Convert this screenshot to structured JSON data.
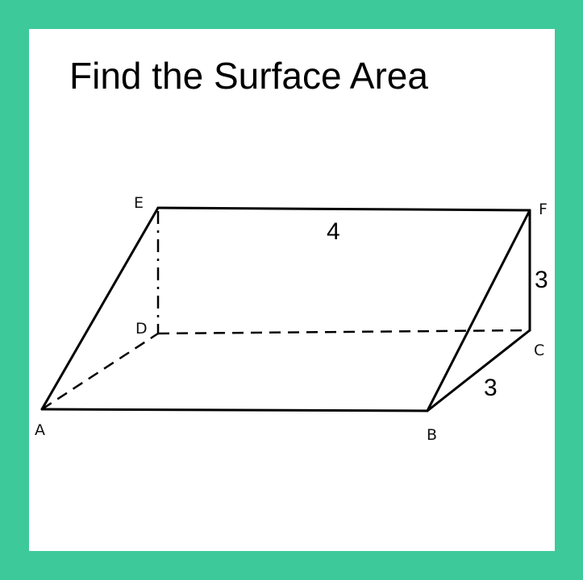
{
  "title": "Find the Surface Area",
  "colors": {
    "border": "#3ec99a",
    "background": "#ffffff",
    "ink": "#000000"
  },
  "vertices": {
    "A": "A",
    "B": "B",
    "C": "C",
    "D": "D",
    "E": "E",
    "F": "F"
  },
  "dimensions": {
    "top_edge": "4",
    "height": "3",
    "depth": "3"
  }
}
